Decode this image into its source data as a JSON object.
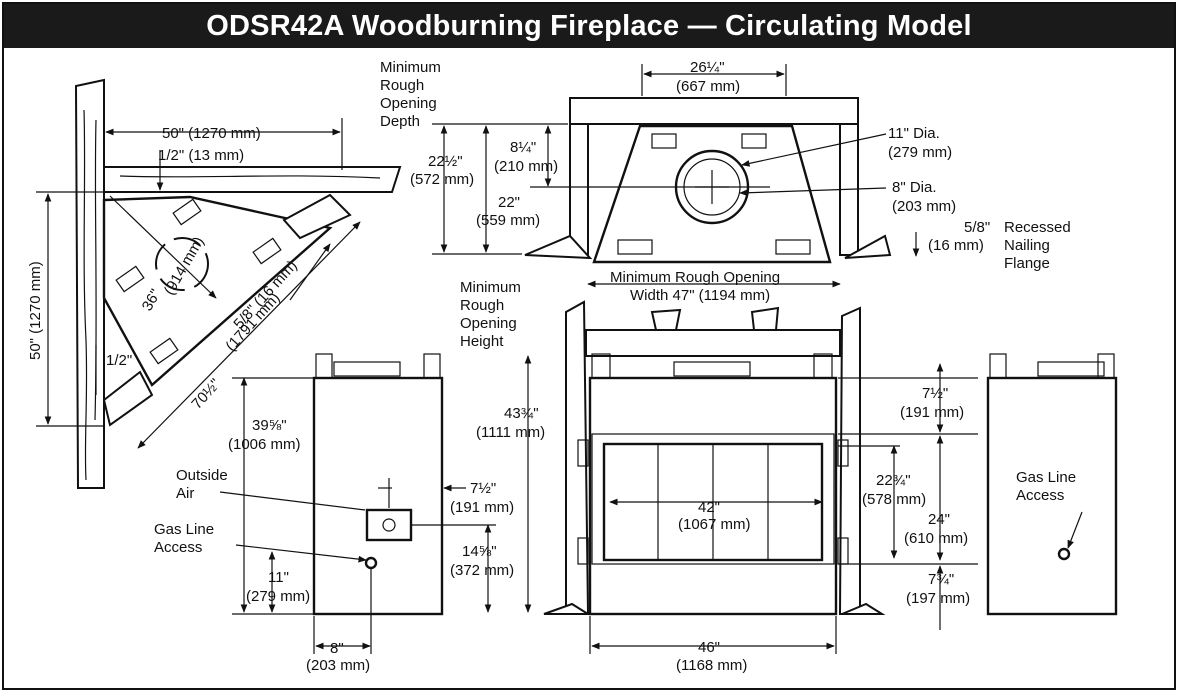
{
  "title": "ODSR42A Woodburning Fireplace — Circulating Model",
  "corner_view": {
    "width_dim": "50\" (1270 mm)",
    "offset_top": "1/2\" (13 mm)",
    "radius_dim_1": "36\"",
    "radius_dim_2": "(914 mm)",
    "flange_dim": "5/8\" (16 mm)",
    "diag_dim": "(1791 mm)",
    "diag_dim_in": "70½\"",
    "height_dim": "50\" (1270 mm)",
    "offset_side": "1/2\""
  },
  "top_view": {
    "min_depth_label": [
      "Minimum",
      "Rough",
      "Opening",
      "Depth"
    ],
    "width_top_in": "26¼\"",
    "width_top_mm": "(667 mm)",
    "depth_total_in": "22½\"",
    "depth_total_mm": "(572 mm)",
    "depth_a_in": "8¼\"",
    "depth_a_mm": "(210 mm)",
    "depth_b_in": "22\"",
    "depth_b_mm": "(559 mm)",
    "dia_large_in": "11\" Dia.",
    "dia_large_mm": "(279 mm)",
    "dia_small_in": "8\" Dia.",
    "dia_small_mm": "(203 mm)",
    "flange_in": "5/8\"",
    "flange_mm": "(16 mm)",
    "flange_label": [
      "Recessed",
      "Nailing",
      "Flange"
    ],
    "min_width_line1": "Minimum Rough Opening",
    "min_width_line2": "Width 47\" (1194 mm)"
  },
  "side_view": {
    "height_in": "39⅝\"",
    "height_mm": "(1006 mm)",
    "outside_air": [
      "Outside",
      "Air"
    ],
    "gas_line": [
      "Gas Line",
      "Access"
    ],
    "air_offset_in": "7½\"",
    "air_offset_mm": "(191 mm)",
    "air_height_in": "14⅝\"",
    "air_height_mm": "(372 mm)",
    "gas_height_in": "11\"",
    "gas_height_mm": "(279 mm)",
    "gas_offset_in": "8\"",
    "gas_offset_mm": "(203 mm)"
  },
  "front_view": {
    "min_height_label": [
      "Minimum",
      "Rough",
      "Opening",
      "Height"
    ],
    "total_height_in": "43¾\"",
    "total_height_mm": "(1111 mm)",
    "opening_width_in": "42\"",
    "opening_width_mm": "(1067 mm)",
    "base_width_in": "46\"",
    "base_width_mm": "(1168 mm)",
    "top_gap_in": "7½\"",
    "top_gap_mm": "(191 mm)",
    "opening_height_in": "22¾\"",
    "opening_height_mm": "(578 mm)",
    "frame_height_in": "24\"",
    "frame_height_mm": "(610 mm)",
    "hearth_in": "7¾\"",
    "hearth_mm": "(197 mm)"
  },
  "right_view": {
    "gas_line": [
      "Gas Line",
      "Access"
    ]
  }
}
